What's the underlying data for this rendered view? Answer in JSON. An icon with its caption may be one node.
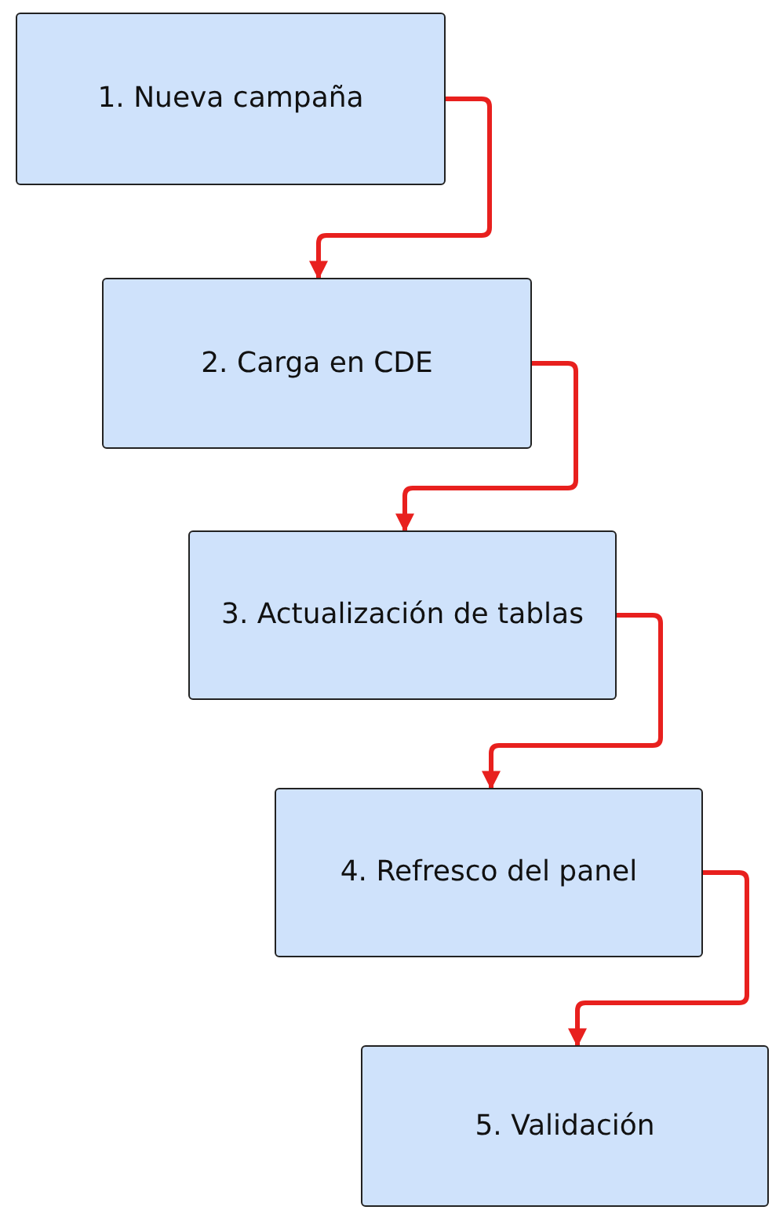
{
  "diagram": {
    "nodes": [
      {
        "text": [
          "1.  Nueva campaña"
        ]
      },
      {
        "text": [
          "2. Carga en CDE"
        ]
      },
      {
        "text": [
          "3. Actualización de tablas"
        ]
      },
      {
        "text": [
          "4. Refresco del panel"
        ]
      },
      {
        "text": [
          "5. Validación"
        ]
      }
    ],
    "edges": [
      {
        "from": 0,
        "to": 1,
        "arrow": "to",
        "color": "#e8201e"
      },
      {
        "from": 1,
        "to": 2,
        "arrow": "to",
        "color": "#e8201e"
      },
      {
        "from": 2,
        "to": 3,
        "arrow": "to",
        "color": "#e8201e"
      },
      {
        "from": 3,
        "to": 4,
        "arrow": "to",
        "color": "#e8201e"
      }
    ]
  }
}
